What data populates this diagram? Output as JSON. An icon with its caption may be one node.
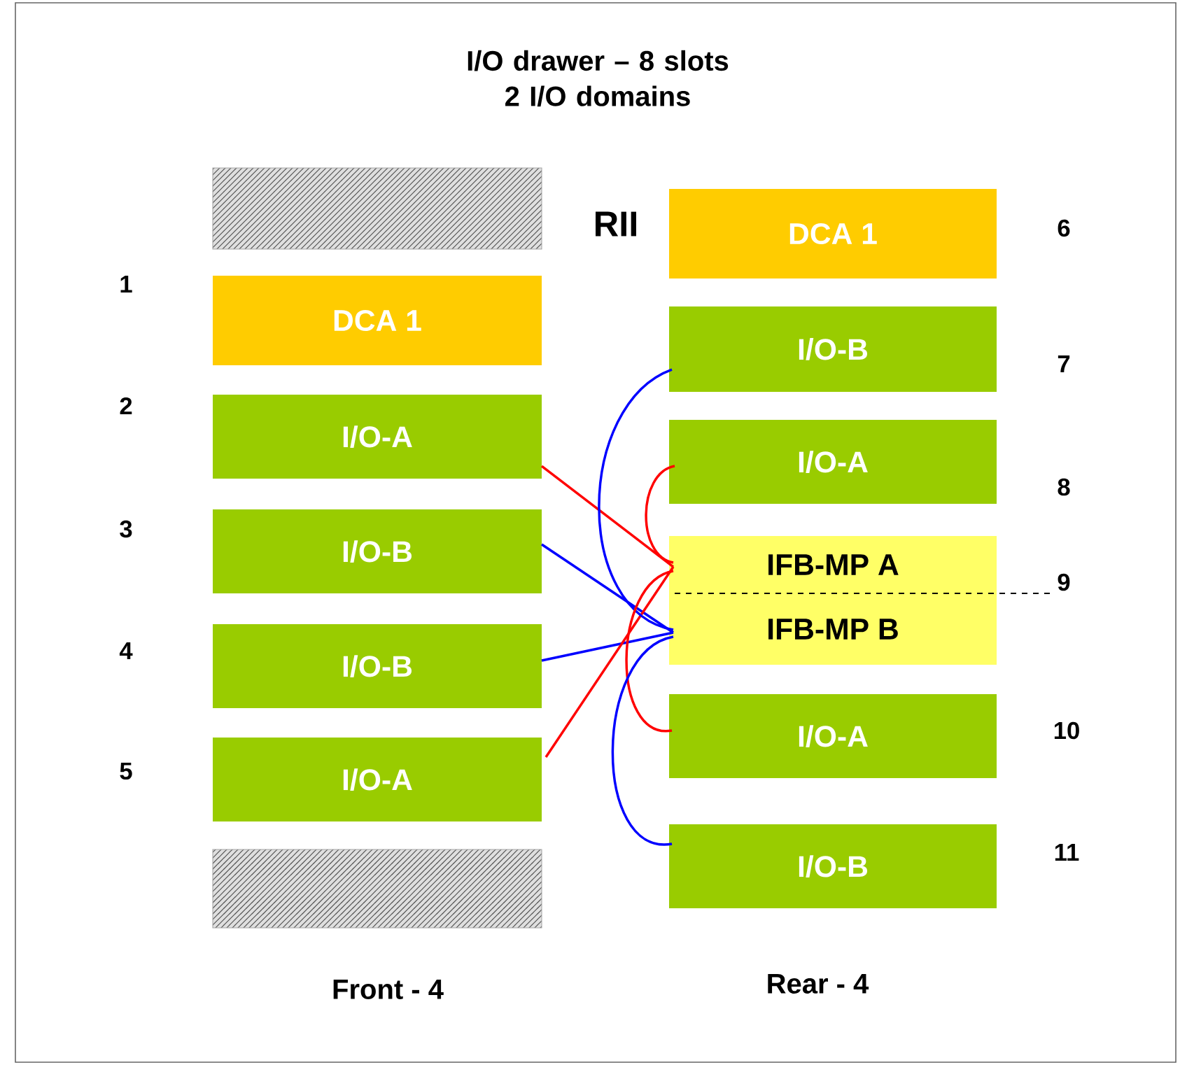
{
  "diagram": {
    "title": "I/O drawer – 8 slots 2 I/O domains",
    "nodes": [
      {
        "text": [],
        "shape": "bar"
      },
      {
        "text": [
          "DCA 1"
        ]
      },
      {
        "text": [
          "I/O-A"
        ]
      },
      {
        "text": [
          "I/O-B"
        ]
      },
      {
        "text": [
          "I/O-B"
        ]
      },
      {
        "text": [
          "I/O-A"
        ]
      },
      {
        "text": [],
        "shape": "bar"
      },
      {
        "text": [
          "DCA 1"
        ]
      },
      {
        "text": [
          "I/O-B"
        ]
      },
      {
        "text": [
          "I/O-A"
        ]
      },
      {
        "text": [
          "IFB-MP A"
        ]
      },
      {
        "text": [
          "IFB-MP B"
        ]
      },
      {
        "text": [
          "I/O-A"
        ]
      },
      {
        "text": [
          "I/O-B"
        ]
      }
    ],
    "edges": [
      {
        "from": 2,
        "to": 10,
        "arrow": "none",
        "color": "#ff0000"
      },
      {
        "from": 3,
        "to": 11,
        "arrow": "none",
        "color": "#0000ff"
      },
      {
        "from": 4,
        "to": 11,
        "arrow": "none",
        "color": "#0000ff"
      },
      {
        "from": 5,
        "to": 10,
        "arrow": "none",
        "color": "#ff0000"
      },
      {
        "from": 8,
        "to": 11,
        "arrow": "none",
        "color": "#0000ff"
      },
      {
        "from": 9,
        "to": 10,
        "arrow": "none",
        "color": "#ff0000"
      },
      {
        "from": 12,
        "to": 10,
        "arrow": "none",
        "color": "#ff0000"
      },
      {
        "from": 13,
        "to": 11,
        "arrow": "none",
        "color": "#0000ff"
      }
    ],
    "labels": [
      "RII",
      "1",
      "2",
      "3",
      "4",
      "5",
      "6",
      "7",
      "8",
      "9",
      "10",
      "11",
      "Front - 4",
      "Rear - 4"
    ]
  }
}
